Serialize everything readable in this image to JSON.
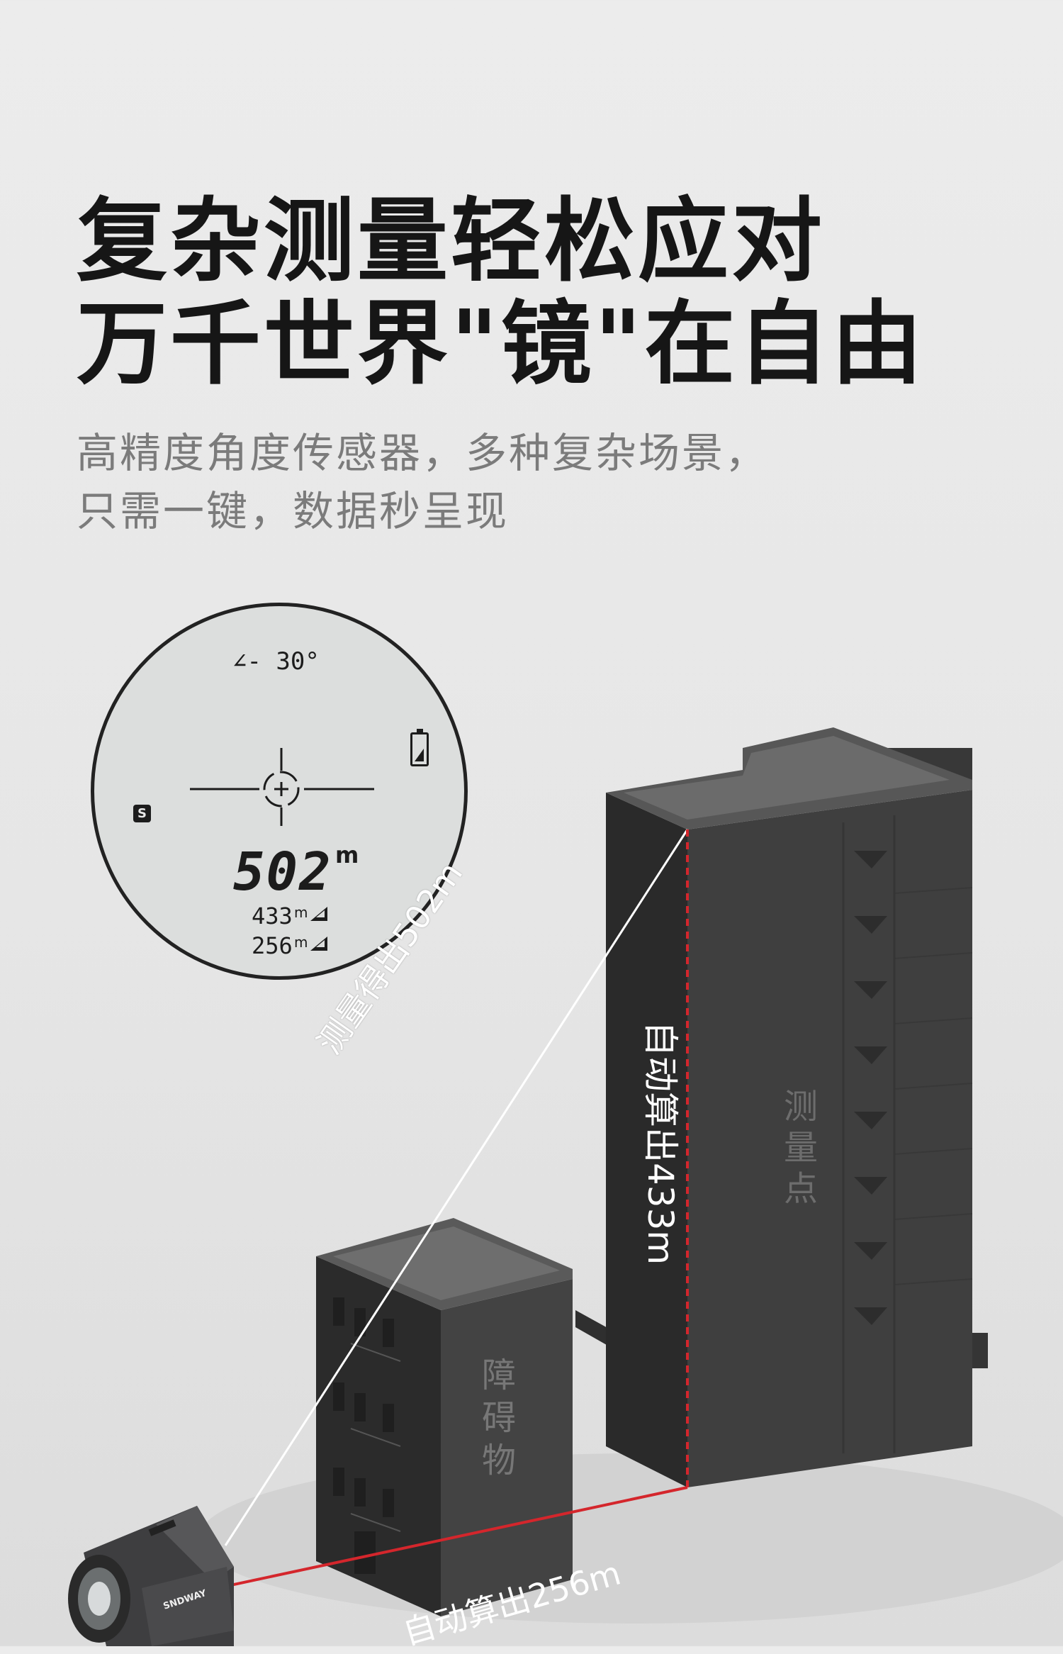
{
  "headline": {
    "line1": "复杂测量轻松应对",
    "line2": "万千世界\"镜\"在自由"
  },
  "subtitle": {
    "line1": "高精度角度传感器，多种复杂场景，",
    "line2": "只需一键，数据秒呈现"
  },
  "display": {
    "angle": "∠- 30°",
    "mode": "S",
    "main_distance": "502",
    "main_unit": "m",
    "height_value": "433",
    "height_unit": "m",
    "horizontal_value": "256",
    "horizontal_unit": "m"
  },
  "labels": {
    "measured": "测量得出502m",
    "auto_height": "自动算出433m",
    "measure_point": "测量点",
    "obstacle": "障碍物",
    "auto_horizontal": "自动算出256m"
  },
  "device": {
    "brand": "SNDWAY"
  },
  "colors": {
    "laser_red": "#d4262c",
    "building_dark": "#3d3d3d"
  }
}
